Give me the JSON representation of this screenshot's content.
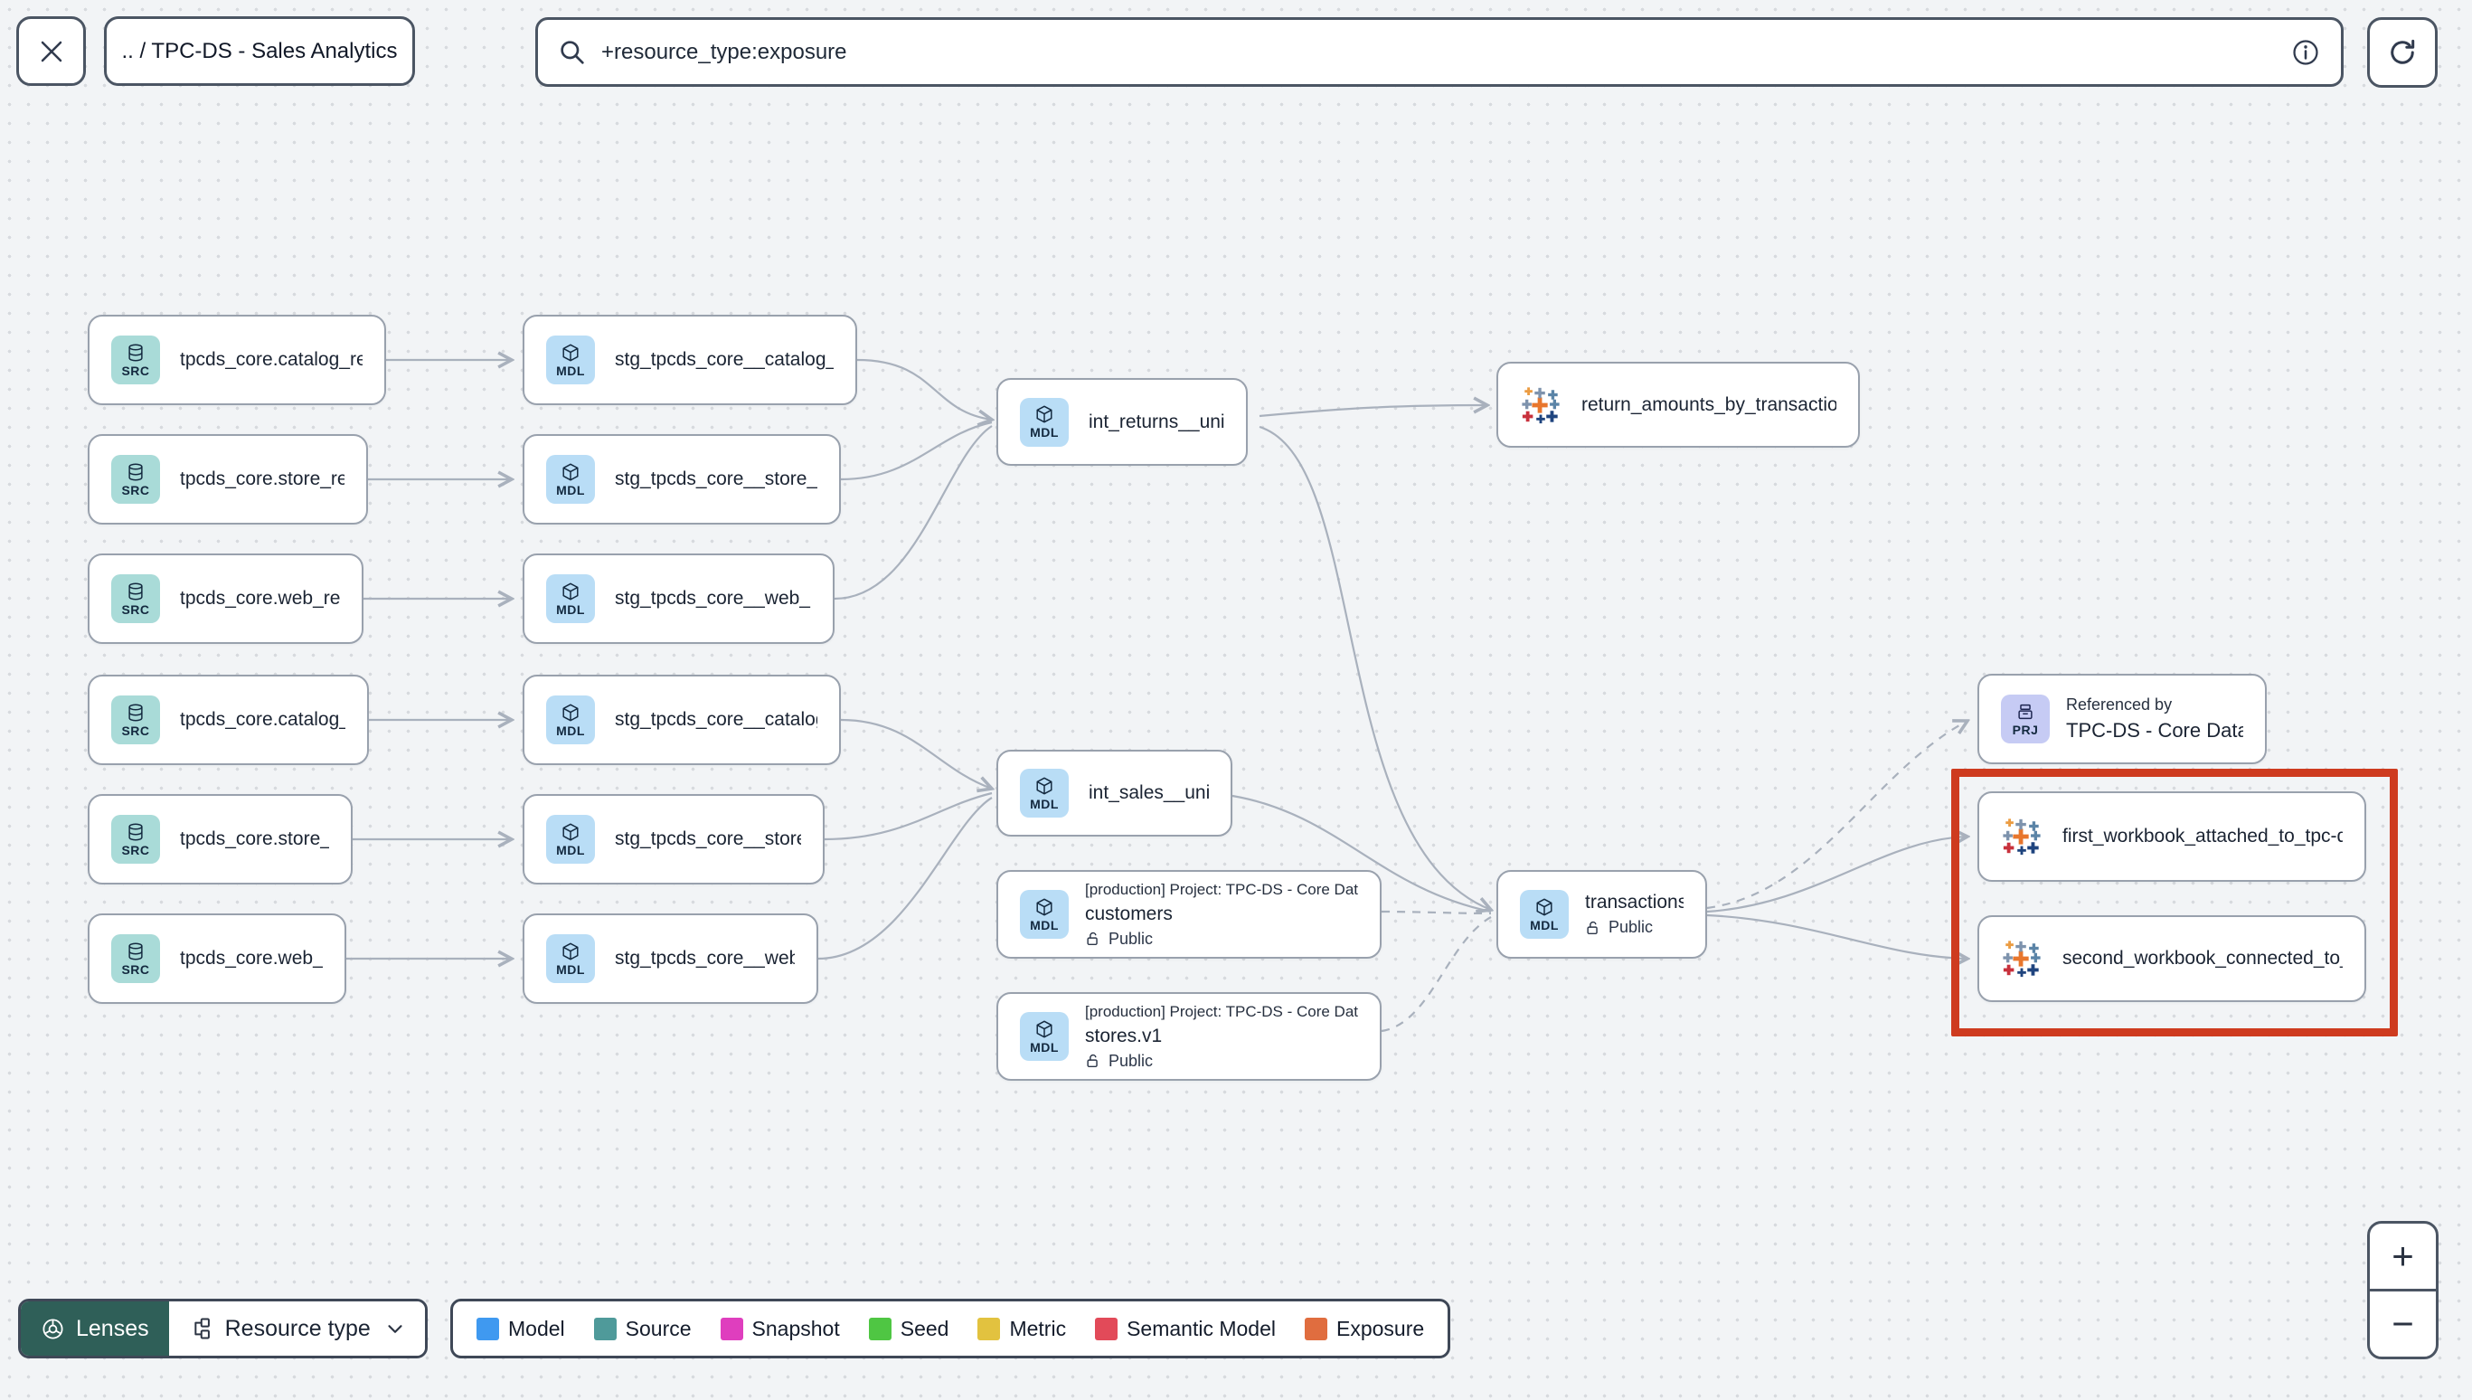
{
  "header": {
    "breadcrumb": ".. / TPC-DS - Sales Analytics",
    "search_value": "+resource_type:exposure"
  },
  "badges": {
    "source": "SRC",
    "model": "MDL",
    "project": "PRJ"
  },
  "graph": {
    "source_nodes": [
      {
        "label": "tpcds_core.catalog_returns"
      },
      {
        "label": "tpcds_core.store_returns"
      },
      {
        "label": "tpcds_core.web_returns"
      },
      {
        "label": "tpcds_core.catalog_sales"
      },
      {
        "label": "tpcds_core.store_sales"
      },
      {
        "label": "tpcds_core.web_sales"
      }
    ],
    "staging_nodes": [
      {
        "label": "stg_tpcds_core__catalog_returns"
      },
      {
        "label": "stg_tpcds_core__store_returns"
      },
      {
        "label": "stg_tpcds_core__web_returns"
      },
      {
        "label": "stg_tpcds_core__catalog_sales"
      },
      {
        "label": "stg_tpcds_core__store_sales"
      },
      {
        "label": "stg_tpcds_core__web_sales"
      }
    ],
    "int_returns": {
      "label": "int_returns__unioned"
    },
    "int_sales": {
      "label": "int_sales__unioned"
    },
    "customers": {
      "context": "[production] Project: TPC-DS - Core Data Mo…",
      "label": "customers",
      "access": "Public"
    },
    "stores": {
      "context": "[production] Project: TPC-DS - Core Data Mo…",
      "label": "stores.v1",
      "access": "Public"
    },
    "transactions": {
      "label": "transactions",
      "access": "Public"
    },
    "exposure": {
      "label": "return_amounts_by_transaction_type"
    },
    "referenced_by": {
      "title": "Referenced by",
      "label": "TPC-DS - Core Data Models"
    },
    "workbook_first": {
      "label": "first_workbook_attached_to_tpc-ds_-_…"
    },
    "workbook_second": {
      "label": "second_workbook_connected_to_live…"
    }
  },
  "footer": {
    "lenses_label": "Lenses",
    "resource_type_label": "Resource type",
    "legend": [
      {
        "label": "Model",
        "color": "#3F99F0"
      },
      {
        "label": "Source",
        "color": "#4F9A9A"
      },
      {
        "label": "Snapshot",
        "color": "#DF3EBE"
      },
      {
        "label": "Seed",
        "color": "#4FC643"
      },
      {
        "label": "Metric",
        "color": "#E2C23F"
      },
      {
        "label": "Semantic Model",
        "color": "#E24A59"
      },
      {
        "label": "Exposure",
        "color": "#E06D3F"
      }
    ]
  },
  "zoom_controls": {
    "zoom_in": "+",
    "zoom_out": "−"
  },
  "colors": {
    "highlight": "#CE3B1F",
    "lenses_bg": "#2F5F58",
    "edge": "#A9B1BD"
  }
}
